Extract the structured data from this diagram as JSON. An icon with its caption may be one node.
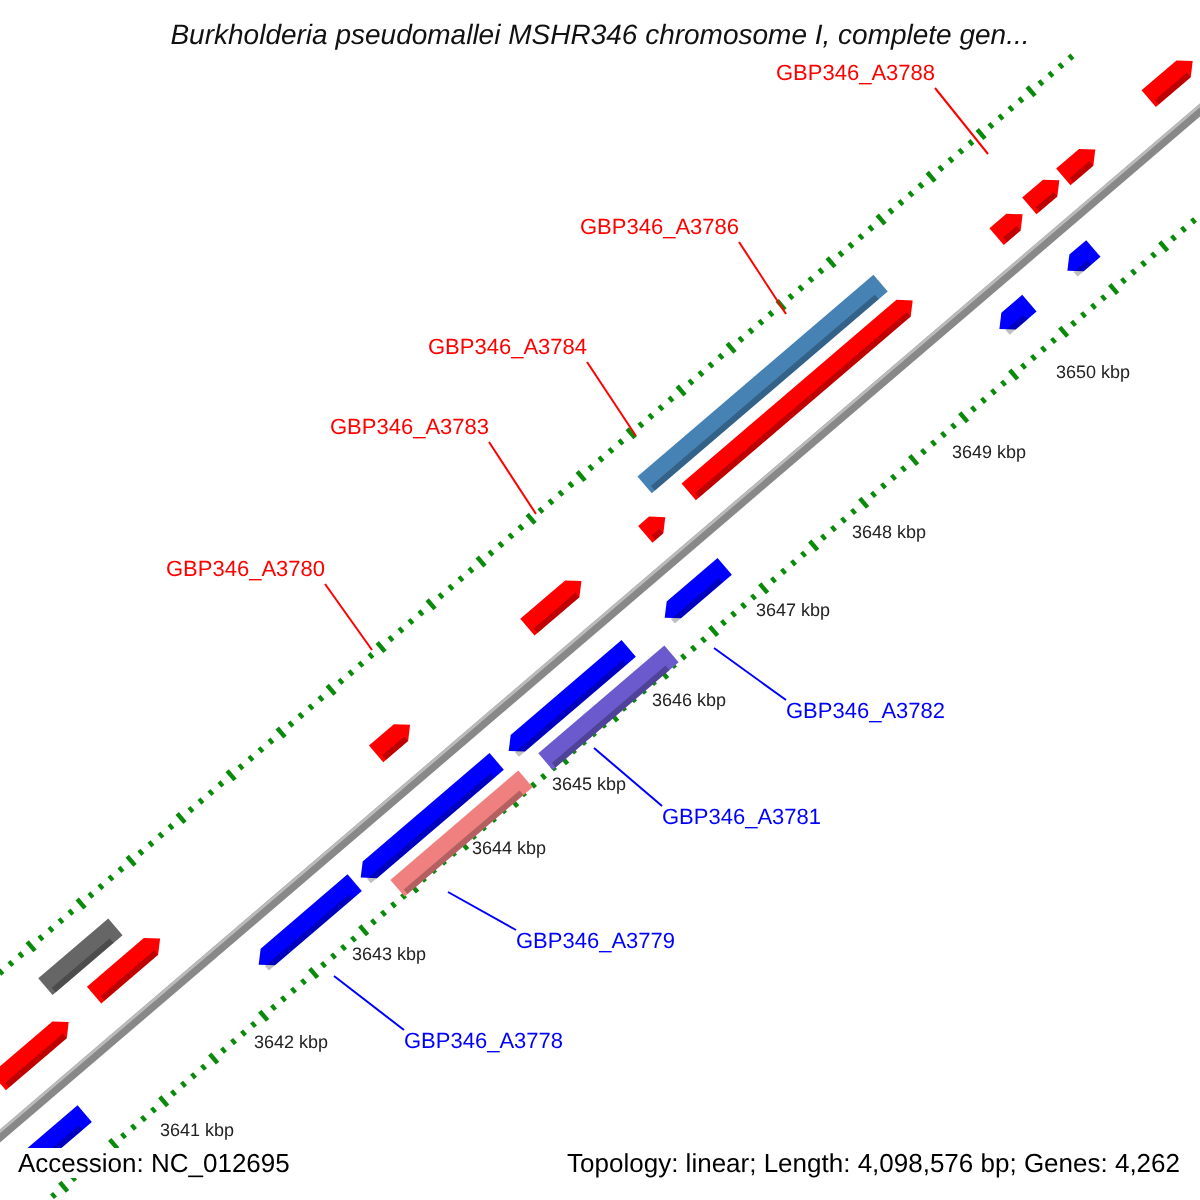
{
  "diagram": {
    "title": "Burkholderia pseudomallei MSHR346 chromosome I, complete gen...",
    "nodes": [
      {
        "text": [
          "GBP346_A3788"
        ]
      },
      {
        "text": [
          "GBP346_A3786"
        ]
      },
      {
        "text": [
          "GBP346_A3784"
        ]
      },
      {
        "text": [
          "GBP346_A3783"
        ]
      },
      {
        "text": [
          "GBP346_A3780"
        ]
      },
      {
        "text": [
          "GBP346_A3782"
        ]
      },
      {
        "text": [
          "GBP346_A3781"
        ]
      },
      {
        "text": [
          "GBP346_A3779"
        ]
      },
      {
        "text": [
          "GBP346_A3778"
        ]
      }
    ],
    "edges": [
      {
        "from": 0,
        "to": null,
        "arrow": "none"
      },
      {
        "from": 1,
        "to": null,
        "arrow": "none"
      },
      {
        "from": 2,
        "to": null,
        "arrow": "none"
      },
      {
        "from": 3,
        "to": null,
        "arrow": "none"
      },
      {
        "from": 4,
        "to": null,
        "arrow": "none"
      },
      {
        "from": 5,
        "to": null,
        "arrow": "none",
        "color": "#0000ff"
      },
      {
        "from": 6,
        "to": null,
        "arrow": "none",
        "color": "#0000ff"
      },
      {
        "from": 7,
        "to": null,
        "arrow": "none",
        "color": "#0000ff"
      },
      {
        "from": 8,
        "to": null,
        "arrow": "none",
        "color": "#0000ff"
      }
    ],
    "labels": [
      "3650 kbp",
      "3649 kbp",
      "3648 kbp",
      "3647 kbp",
      "3646 kbp",
      "3645 kbp",
      "3644 kbp",
      "3643 kbp",
      "3642 kbp",
      "3641 kbp",
      "Accession: NC_012695",
      "Topology: linear; Length: 4,098,576 bp; Genes: 4,262"
    ]
  }
}
